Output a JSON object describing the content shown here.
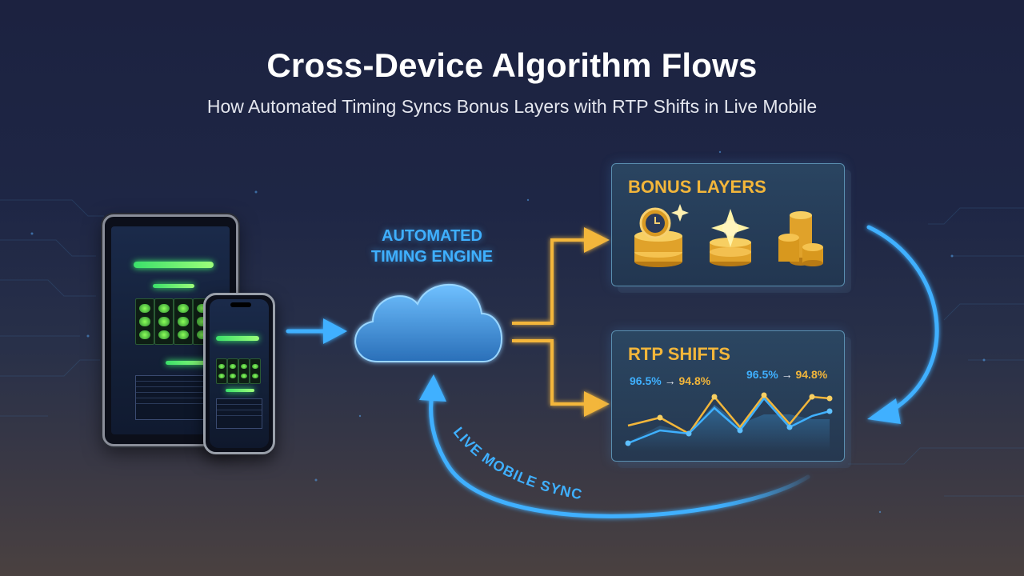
{
  "header": {
    "title": "Cross-Device Algorithm Flows",
    "subtitle": "How Automated Timing Syncs Bonus Layers with RTP Shifts in Live Mobile"
  },
  "engine": {
    "label_line1": "AUTOMATED",
    "label_line2": "TIMING ENGINE"
  },
  "bonus_panel": {
    "title": "BONUS LAYERS",
    "icons": [
      "clock-coins-icon",
      "sparkle-coins-icon",
      "coin-stacks-icon"
    ]
  },
  "rtp_panel": {
    "title": "RTP SHIFTS",
    "shift_a_from": "96.5%",
    "shift_a_to": "94.8%",
    "shift_b_from": "96.5%",
    "shift_b_to": "94.8%",
    "arrow": "→"
  },
  "loop": {
    "label": "LIVE MOBILE SYNC"
  },
  "colors": {
    "accent_gold": "#f3b63a",
    "accent_blue": "#3fb0ff",
    "title_white": "#ffffff"
  }
}
